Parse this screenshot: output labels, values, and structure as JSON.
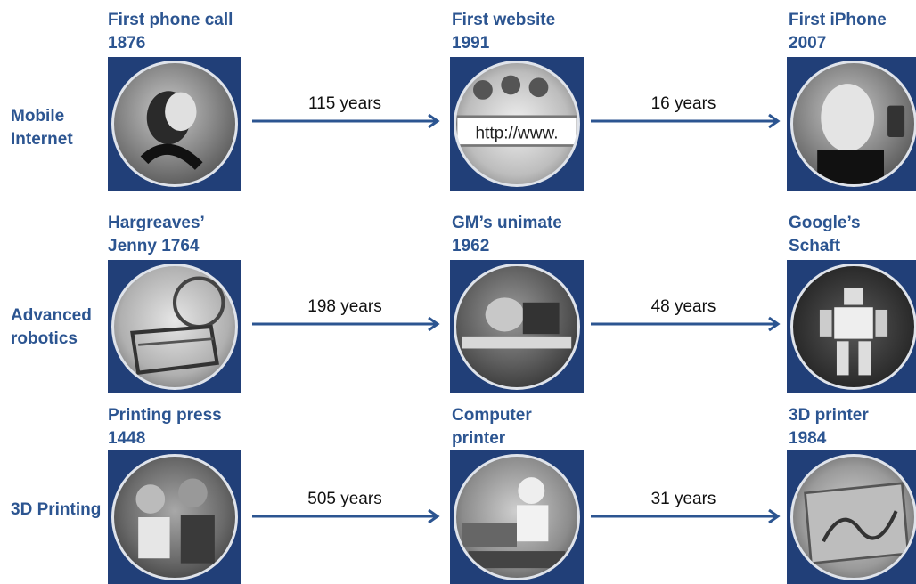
{
  "colors": {
    "accent": "#2c5591",
    "tile": "#213f78",
    "arrow": "#2c5591"
  },
  "rows": [
    {
      "label": "Mobile Internet",
      "stages": [
        {
          "caption_line1": "First phone call",
          "caption_line2": "1876",
          "icon": "old-telephone-photo"
        },
        {
          "caption_line1": "First website",
          "caption_line2": "1991",
          "icon": "browser-url-photo"
        },
        {
          "caption_line1": "First iPhone",
          "caption_line2": "2007",
          "icon": "portrait-photo"
        }
      ],
      "gaps": [
        "115 years",
        "16 years"
      ]
    },
    {
      "label": "Advanced robotics",
      "stages": [
        {
          "caption_line1": "Hargreaves’",
          "caption_line2": "Jenny 1764",
          "icon": "spinning-jenny-photo"
        },
        {
          "caption_line1": "GM’s unimate",
          "caption_line2": "1962",
          "icon": "industrial-robot-photo"
        },
        {
          "caption_line1": "Google’s",
          "caption_line2": "Schaft",
          "icon": "humanoid-robot-photo"
        }
      ],
      "gaps": [
        "198 years",
        "48 years"
      ]
    },
    {
      "label": "3D Printing",
      "stages": [
        {
          "caption_line1": "Printing press",
          "caption_line2": "1448",
          "icon": "printing-press-photo"
        },
        {
          "caption_line1": "Computer",
          "caption_line2": "printer",
          "icon": "computer-printer-photo"
        },
        {
          "caption_line1": "3D printer",
          "caption_line2": "1984",
          "icon": "3d-printer-photo"
        }
      ],
      "gaps": [
        "505 years",
        "31 years"
      ]
    }
  ]
}
